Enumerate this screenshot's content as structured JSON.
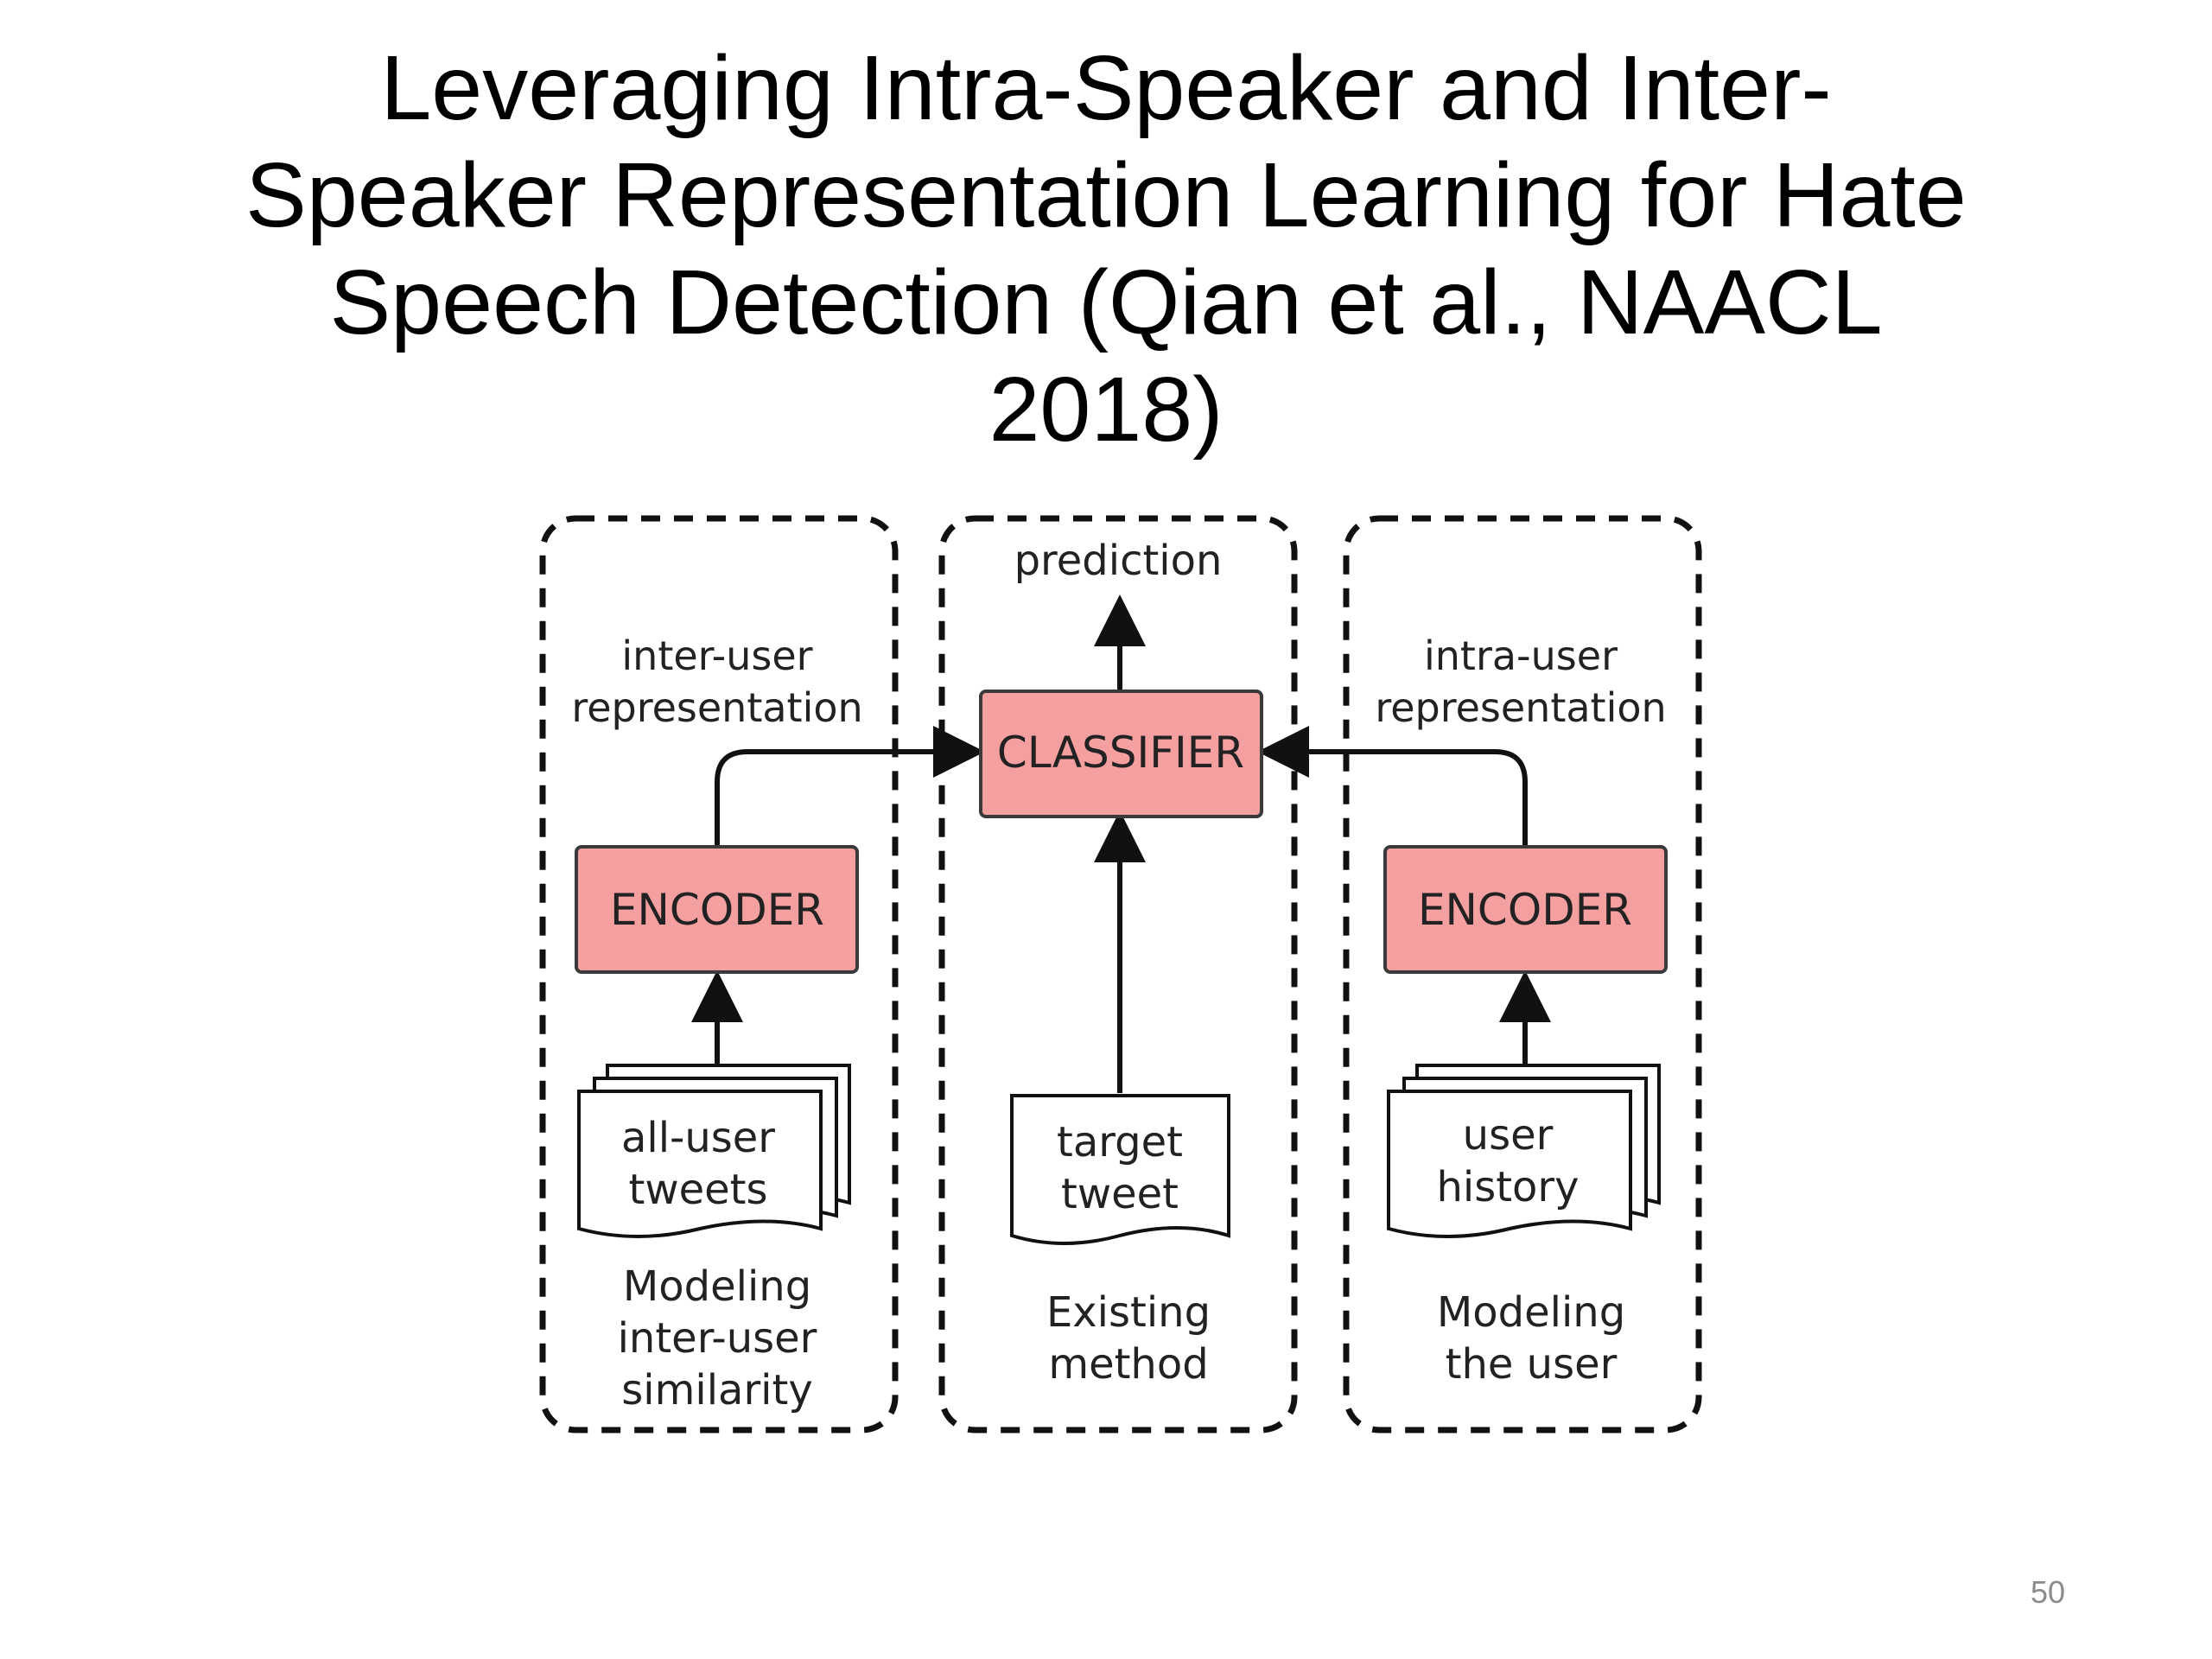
{
  "slide": {
    "title_lines": [
      "Leveraging Intra-Speaker and Inter-",
      "Speaker Representation Learning for Hate",
      "Speech Detection (Qian et al., NAACL",
      "2018)"
    ],
    "page_number": "50"
  },
  "diagram": {
    "colors": {
      "box_fill": "#f4a0a0",
      "box_stroke": "#3a3a3a",
      "line": "#111111"
    },
    "left_panel": {
      "representation_lines": [
        "inter-user",
        "representation"
      ],
      "encoder_label": "ENCODER",
      "document_lines": [
        "all-user",
        "tweets"
      ],
      "caption_lines": [
        "Modeling",
        "inter-user",
        "similarity"
      ]
    },
    "center_panel": {
      "prediction_label": "prediction",
      "classifier_label": "CLASSIFIER",
      "document_lines": [
        "target",
        "tweet"
      ],
      "caption_lines": [
        "Existing",
        "method"
      ]
    },
    "right_panel": {
      "representation_lines": [
        "intra-user",
        "representation"
      ],
      "encoder_label": "ENCODER",
      "document_lines": [
        "user",
        "history"
      ],
      "caption_lines": [
        "Modeling",
        "the user"
      ]
    }
  }
}
